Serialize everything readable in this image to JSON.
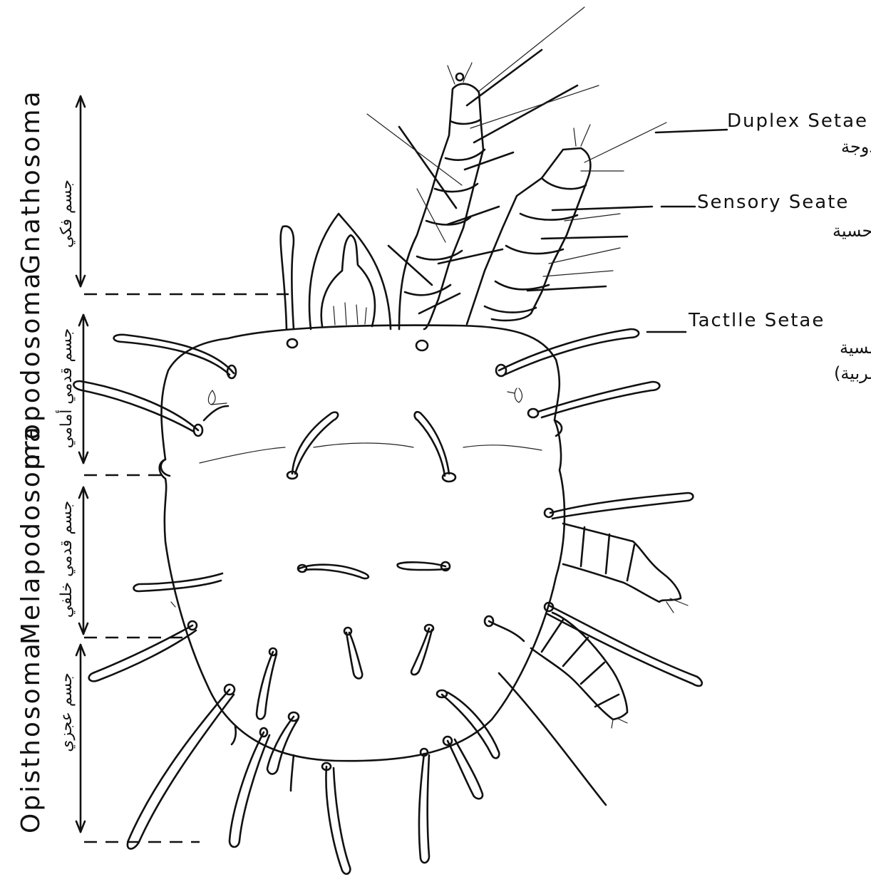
{
  "regions": [
    {
      "id": "gnathosoma",
      "en": "Gnathosoma",
      "ar": "جسم فكي"
    },
    {
      "id": "propodosoma",
      "en": "propodosoma",
      "ar": "جسم قدمي أمامي"
    },
    {
      "id": "metapodosoma",
      "en": "Melapodosoma",
      "ar": "جسم قدمي خلفي"
    },
    {
      "id": "opisthosoma",
      "en": "Opisthosoma",
      "ar": "جسم عجزي"
    }
  ],
  "callouts": [
    {
      "id": "duplex",
      "en": "Duplex Setae",
      "ar": [
        "شعيرات مزدوجة"
      ]
    },
    {
      "id": "sensory",
      "en": "Sensory Seate",
      "ar": [
        "شعيرات حسية"
      ]
    },
    {
      "id": "tactile",
      "en": "Tactlle Setae",
      "ar": [
        "شعيرات لمسية",
        "(شويكات مضربية)"
      ]
    }
  ]
}
